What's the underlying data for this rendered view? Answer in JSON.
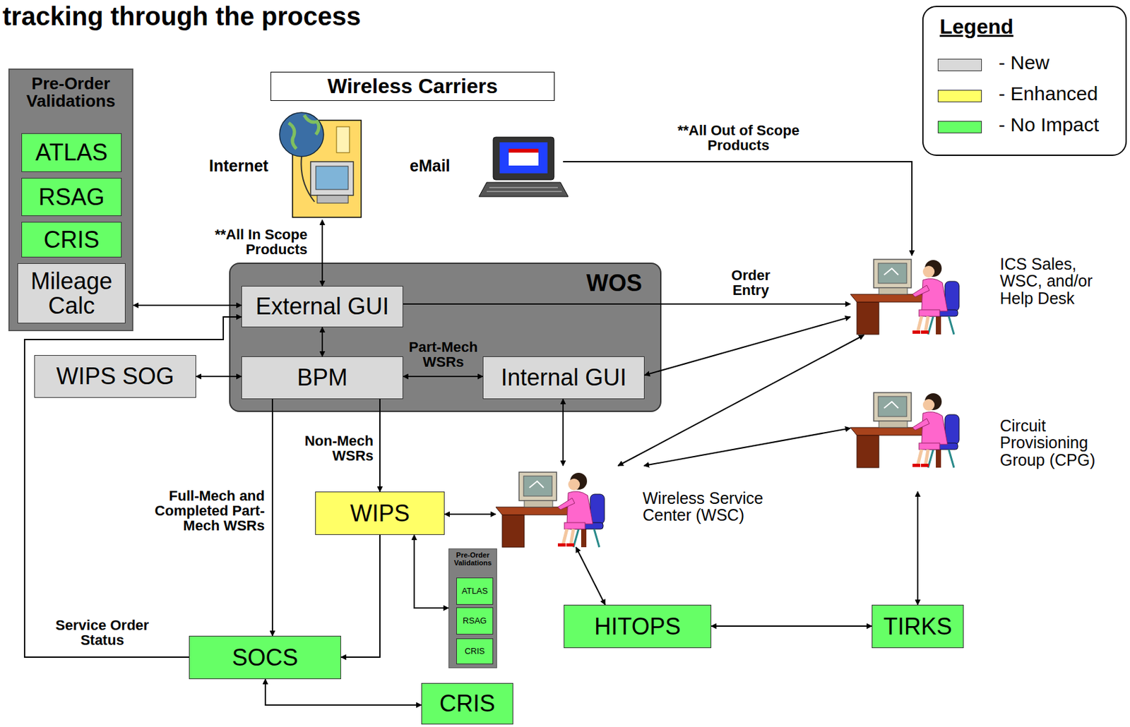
{
  "diagram": {
    "title": "tracking through the process",
    "nodes": [
      {
        "text": [
          "Pre-Order Validations"
        ]
      },
      {
        "text": [
          "ATLAS"
        ],
        "in": 0
      },
      {
        "text": [
          "RSAG"
        ],
        "in": 0
      },
      {
        "text": [
          "CRIS"
        ],
        "in": 0
      },
      {
        "text": [
          "Mileage Calc"
        ],
        "in": 0
      },
      {
        "text": [
          "Wireless Carriers"
        ]
      },
      {
        "text": [
          "Internet"
        ]
      },
      {
        "text": [
          "eMail"
        ]
      },
      {
        "text": [
          "WOS"
        ]
      },
      {
        "text": [
          "External GUI"
        ],
        "in": 8
      },
      {
        "text": [
          "BPM"
        ],
        "in": 8
      },
      {
        "text": [
          "Internal GUI"
        ],
        "in": 8
      },
      {
        "text": [
          "ICS Sales, WSC, and/or Help Desk"
        ]
      },
      {
        "text": [
          "WIPS SOG"
        ]
      },
      {
        "text": [
          "Circuit Provisioning Group (CPG)"
        ]
      },
      {
        "text": [
          "WIPS"
        ]
      },
      {
        "text": [
          "Wireless Service Center (WSC)"
        ]
      },
      {
        "text": [
          "Pre-Order Validations"
        ]
      },
      {
        "text": [
          "ATLAS"
        ],
        "in": 17
      },
      {
        "text": [
          "RSAG"
        ],
        "in": 17
      },
      {
        "text": [
          "CRIS"
        ],
        "in": 17
      },
      {
        "text": [
          "HITOPS"
        ]
      },
      {
        "text": [
          "TIRKS"
        ]
      },
      {
        "text": [
          "SOCS"
        ]
      },
      {
        "text": [
          "CRIS"
        ]
      }
    ],
    "edges": [
      {
        "from": 6,
        "to": 9,
        "arrow": "both",
        "label": "**All In Scope Products"
      },
      {
        "from": 7,
        "to": 12,
        "arrow": "to",
        "label": "**All Out of Scope Products"
      },
      {
        "from": 0,
        "to": 9,
        "arrow": "both"
      },
      {
        "from": 9,
        "to": 12,
        "arrow": "to",
        "label": "Order Entry"
      },
      {
        "from": 9,
        "to": 10,
        "arrow": "both"
      },
      {
        "from": 13,
        "to": 10,
        "arrow": "both"
      },
      {
        "from": 10,
        "to": 11,
        "arrow": "both",
        "label": "Part-Mech WSRs"
      },
      {
        "from": 12,
        "to": 11,
        "arrow": "both"
      },
      {
        "from": 11,
        "to": 16,
        "arrow": "both"
      },
      {
        "from": 10,
        "to": 15,
        "arrow": "to",
        "label": "Non-Mech WSRs"
      },
      {
        "from": 10,
        "to": 23,
        "arrow": "to",
        "label": "Full-Mech and Completed Part-Mech WSRs"
      },
      {
        "from": 15,
        "to": 23,
        "arrow": "to"
      },
      {
        "from": 23,
        "to": 9,
        "arrow": "to",
        "label": "Service Order Status"
      },
      {
        "from": 15,
        "to": 16,
        "arrow": "both"
      },
      {
        "from": 15,
        "to": 17,
        "arrow": "both"
      },
      {
        "from": 16,
        "to": 12,
        "arrow": "both"
      },
      {
        "from": 16,
        "to": 14,
        "arrow": "both"
      },
      {
        "from": 16,
        "to": 21,
        "arrow": "both"
      },
      {
        "from": 21,
        "to": 22,
        "arrow": "both"
      },
      {
        "from": 14,
        "to": 22,
        "arrow": "both"
      },
      {
        "from": 23,
        "to": 24,
        "arrow": "both"
      }
    ],
    "labels": [
      "Legend"
    ],
    "legend": [
      {
        "text": "- New",
        "color": "#d9d9d9"
      },
      {
        "text": "- Enhanced",
        "color": "#ffff66"
      },
      {
        "text": "- No Impact",
        "color": "#66ff66"
      }
    ]
  }
}
